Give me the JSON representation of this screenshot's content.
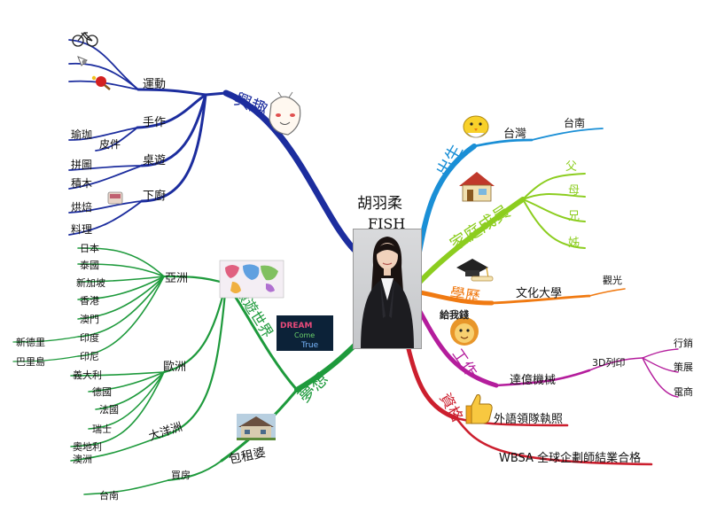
{
  "center": {
    "name_zh": "胡羽柔",
    "name_en": "FISH"
  },
  "colors": {
    "hobby": "#1c2d9e",
    "birth": "#1a8fd6",
    "family": "#8ccd1f",
    "education": "#f07a12",
    "work": "#b41d9c",
    "qualification": "#cc1f2e",
    "dream": "#1e9a3c"
  },
  "branches": {
    "hobby": {
      "label": "興趣",
      "sports": {
        "label": "運動",
        "icons": [
          "bicycle-icon",
          "badminton-icon",
          "ping-pong-icon"
        ]
      },
      "handcraft": {
        "label": "手作",
        "items": [
          "瑜珈",
          "皮件"
        ]
      },
      "boardgame": {
        "label": "桌遊",
        "items": [
          "拼圖",
          "積木"
        ]
      },
      "cooking": {
        "label": "下廚",
        "items": [
          "烘焙",
          "料理"
        ]
      }
    },
    "birth": {
      "label": "出生",
      "place": "台灣",
      "city": "台南"
    },
    "family": {
      "label": "家庭成員",
      "members": [
        "父",
        "母",
        "兄",
        "姊"
      ]
    },
    "education": {
      "label": "學歷",
      "school": "文化大學",
      "dept": "觀光"
    },
    "work": {
      "label": "工作",
      "badge": "給我錢",
      "company": "達億機械",
      "field": "3D列印",
      "items": [
        "行銷",
        "策展",
        "電商"
      ]
    },
    "qualification": {
      "label": "資格",
      "items": [
        "外語領隊執照",
        "WBSA 全球企劃師結業合格"
      ]
    },
    "dream": {
      "label": "夢想",
      "badge": [
        "DREAM",
        "Come",
        "True"
      ],
      "travel": {
        "label": "環遊世界",
        "asia": {
          "label": "亞洲",
          "items": [
            "日本",
            "泰國",
            "新加坡",
            "香港",
            "澳門",
            "印度",
            "印尼"
          ],
          "sub": [
            "新德里",
            "巴里島"
          ]
        },
        "europe": {
          "label": "歐洲",
          "items": [
            "義大利",
            "德國",
            "法國",
            "瑞士",
            "奧地利"
          ]
        },
        "oceania": {
          "label": "大洋洲",
          "items": [
            "澳洲"
          ]
        }
      },
      "landlord": {
        "label": "包租婆",
        "buy": "買房",
        "city": "台南"
      }
    }
  }
}
